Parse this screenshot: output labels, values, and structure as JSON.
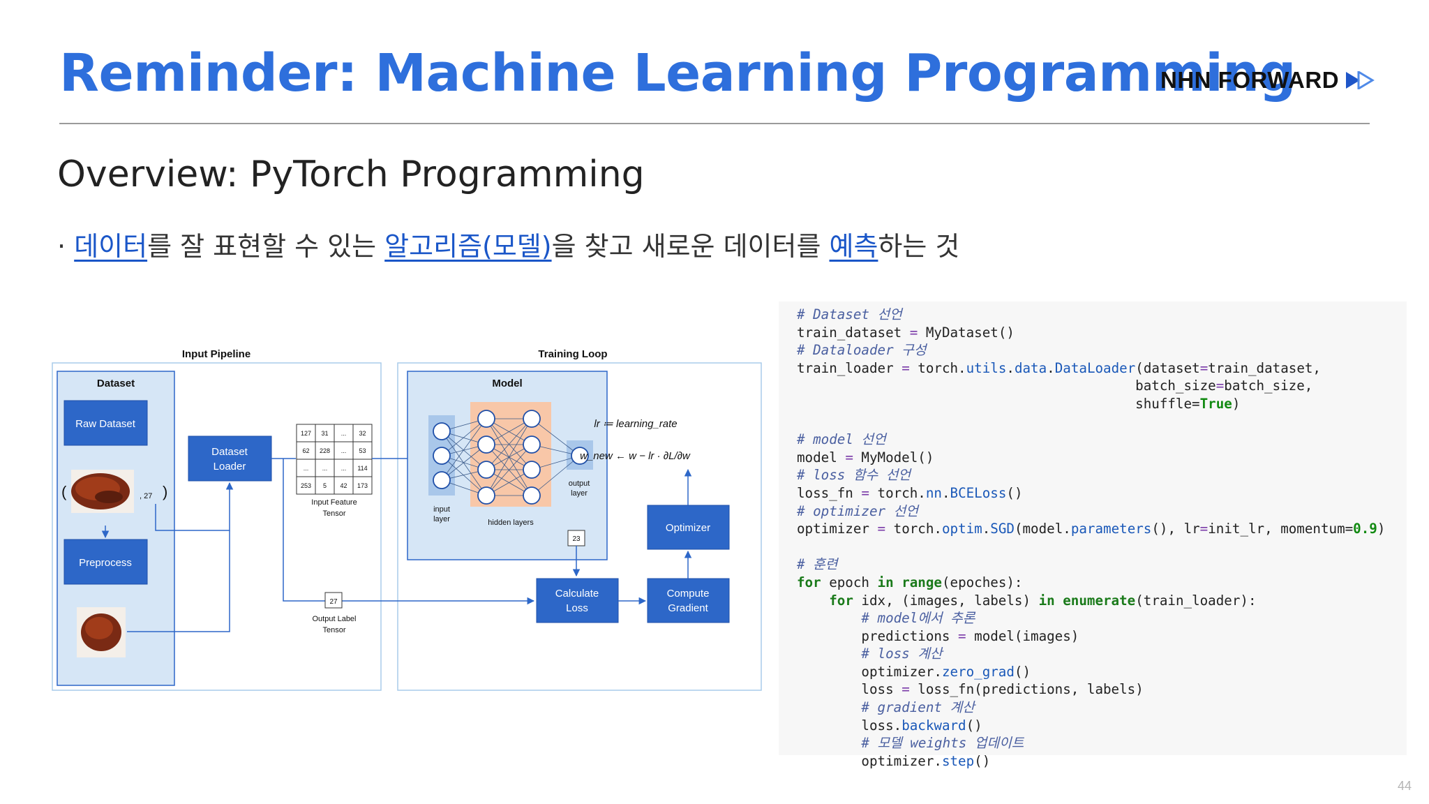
{
  "title": "Reminder: Machine Learning Programming",
  "brand": {
    "name": "NHN FORWARD"
  },
  "subtitle": "Overview: PyTorch Programming",
  "bullet": {
    "marker": "·",
    "segments": [
      {
        "text": "데이터",
        "link": true
      },
      {
        "text": "를 잘 표현할 수 있는 ",
        "link": false
      },
      {
        "text": "알고리즘(모델)",
        "link": true
      },
      {
        "text": "을 찾고 새로운 데이터를 ",
        "link": false
      },
      {
        "text": "예측",
        "link": true
      },
      {
        "text": "하는 것",
        "link": false
      }
    ]
  },
  "diagram": {
    "input_pipeline_title": "Input Pipeline",
    "training_loop_title": "Training Loop",
    "dataset_label": "Dataset",
    "raw_dataset": "Raw Dataset",
    "tuple_label": ", 27",
    "preprocess": "Preprocess",
    "dataset_loader": [
      "Dataset",
      "Loader"
    ],
    "tensor_grid": [
      [
        "127",
        "31",
        "...",
        "32"
      ],
      [
        "62",
        "228",
        "...",
        "53"
      ],
      [
        "...",
        "...",
        "...",
        "114"
      ],
      [
        "253",
        "5",
        "42",
        "173"
      ]
    ],
    "input_feature_tensor": [
      "Input Feature",
      "Tensor"
    ],
    "output_label_value": "27",
    "output_label_tensor": [
      "Output Label",
      "Tensor"
    ],
    "model_label": "Model",
    "input_layer": [
      "input",
      "layer"
    ],
    "hidden_layers": "hidden layers",
    "output_layer": [
      "output",
      "layer"
    ],
    "prediction_value": "23",
    "lr_formula": "lr ≔ learning_rate",
    "update_formula": "w_new ← w − lr · ∂L/∂w",
    "calculate_loss": [
      "Calculate",
      "Loss"
    ],
    "compute_gradient": [
      "Compute",
      "Gradient"
    ],
    "optimizer": "Optimizer"
  },
  "code_lines": [
    "# Dataset 선언",
    "train_dataset = MyDataset()",
    "# Dataloader 구성",
    "train_loader = torch.utils.data.DataLoader(dataset=train_dataset,",
    "                                          batch_size=batch_size,",
    "                                          shuffle=True)",
    "",
    "# model 선언",
    "model = MyModel()",
    "# loss 함수 선언",
    "loss_fn = torch.nn.BCELoss()",
    "# optimizer 선언",
    "optimizer = torch.optim.SGD(model.parameters(), lr=init_lr, momentum=0.9)",
    "",
    "# 훈련",
    "for epoch in range(epoches):",
    "    for idx, (images, labels) in enumerate(train_loader):",
    "        # model에서 추론",
    "        predictions = model(images)",
    "        # loss 계산",
    "        optimizer.zero_grad()",
    "        loss = loss_fn(predictions, labels)",
    "        # gradient 계산",
    "        loss.backward()",
    "        # 모델 weights 업데이트",
    "        optimizer.step()"
  ],
  "page_number": "44"
}
